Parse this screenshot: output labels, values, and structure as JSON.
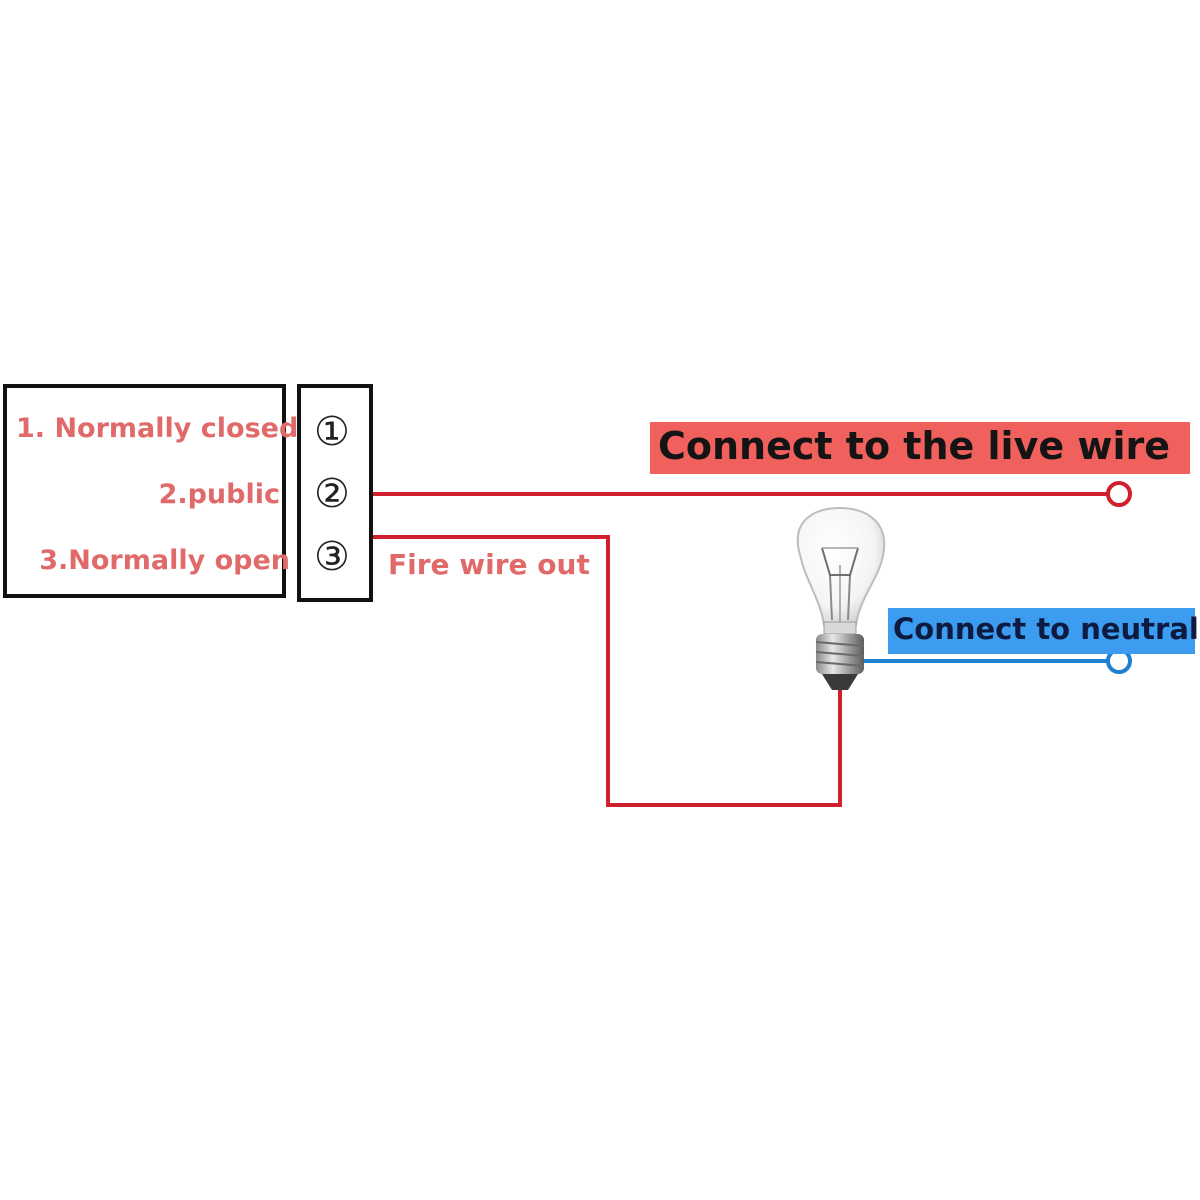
{
  "terminals": {
    "labels": [
      "1. Normally closed",
      "2.public",
      "3.Normally open"
    ],
    "numbers": [
      "①",
      "②",
      "③"
    ]
  },
  "wires": {
    "fire_label": "Fire wire out",
    "live_label": "Connect to the live wire",
    "neutral_label": "Connect to neutral"
  },
  "colors": {
    "live_wire": "#d0202e",
    "neutral_wire": "#1f7fd0",
    "label_text": "#e06a6a",
    "live_highlight": "#f0605c",
    "neutral_highlight": "#3b9cf0"
  },
  "icons": {
    "lamp": "light-bulb-icon",
    "terminal_end": "terminal-ring-icon"
  }
}
